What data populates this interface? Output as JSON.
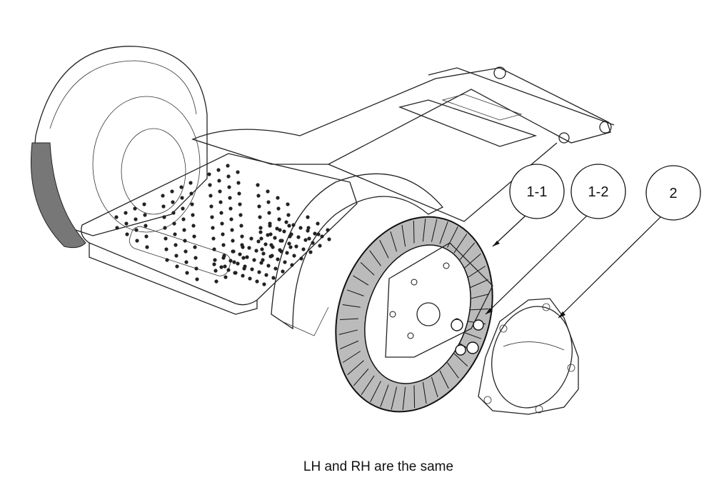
{
  "callouts": [
    {
      "id": "1-1"
    },
    {
      "id": "1-2"
    },
    {
      "id": "2"
    }
  ],
  "caption": "LH and RH are the same"
}
